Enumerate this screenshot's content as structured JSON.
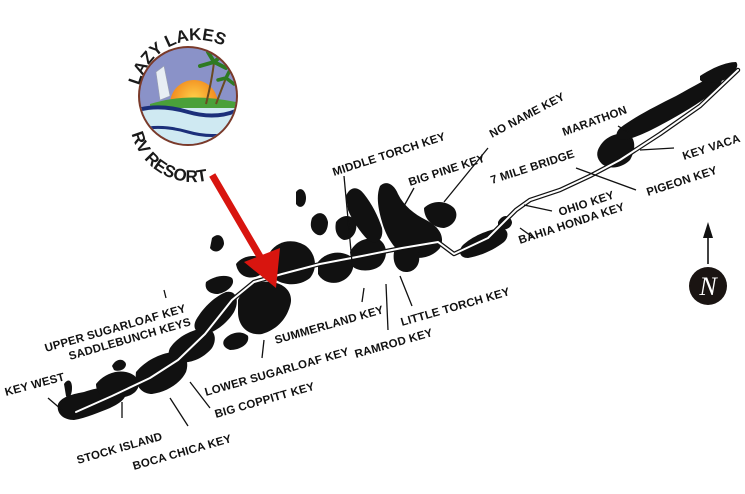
{
  "logo": {
    "top_text": "LAZY LAKES",
    "bottom_text": "RV RESORT",
    "colors": {
      "sky": "#8a92c8",
      "sun": "#f2a12a",
      "water": "#cfe9f2",
      "wave": "#1c2f7a",
      "ring": "#6a3a2a",
      "palm": "#3a8a2a"
    }
  },
  "arrow": {
    "color": "#d8150f",
    "points_to": "Lazy Lakes RV Resort"
  },
  "compass": {
    "letter": "N",
    "icon": "north-arrow-icon"
  },
  "labels": {
    "key_west": "KEY WEST",
    "stock_island": "STOCK ISLAND",
    "boca_chica_key": "BOCA CHICA KEY",
    "big_coppitt_key": "BIG COPPITT KEY",
    "lower_sugarloaf_key": "LOWER SUGARLOAF KEY",
    "saddlebunch_keys": "SADDLEBUNCH KEYS",
    "upper_sugarloaf_key": "UPPER SUGARLOAF KEY",
    "summerland_key": "SUMMERLAND KEY",
    "ramrod_key": "RAMROD KEY",
    "little_torch_key": "LITTLE TORCH KEY",
    "middle_torch_key": "MIDDLE TORCH KEY",
    "big_pine_key": "BIG PINE KEY",
    "no_name_key": "NO NAME KEY",
    "seven_mile_bridge": "7 MILE BRIDGE",
    "ohio_key": "OHIO KEY",
    "bahia_honda_key": "BAHIA HONDA KEY",
    "pigeon_key": "PIGEON KEY",
    "marathon": "MARATHON",
    "key_vaca": "KEY VACA"
  },
  "colors": {
    "land": "#111111",
    "road": "#ffffff",
    "background": "#ffffff"
  }
}
